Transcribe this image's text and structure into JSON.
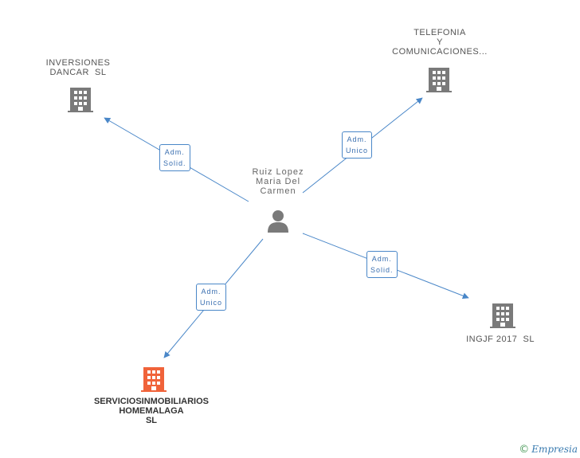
{
  "colors": {
    "edge": "#4a87c8",
    "building": "#7a7a7a",
    "building_main": "#f0633a",
    "person": "#7a7a7a",
    "brand": "#3a7bb0"
  },
  "nodes": {
    "person": {
      "label": "Ruiz Lopez\nMaria Del\nCarmen",
      "icon": "person-icon"
    },
    "inversiones": {
      "label": "INVERSIONES\nDANCAR  SL",
      "icon": "building-icon"
    },
    "telefonia": {
      "label": "TELEFONIA\nY\nCOMUNICACIONES...",
      "icon": "building-icon"
    },
    "ingjf": {
      "label": "INGJF 2017  SL",
      "icon": "building-icon"
    },
    "servicios": {
      "label": "SERVICIOSINMOBILIARIOS\nHOMEMALAGA\nSL",
      "icon": "building-icon"
    }
  },
  "edges": {
    "inversiones": {
      "label": "Adm.\nSolid."
    },
    "telefonia": {
      "label": "Adm.\nUnico"
    },
    "ingjf": {
      "label": "Adm.\nSolid."
    },
    "servicios": {
      "label": "Adm.\nUnico"
    }
  },
  "footer": {
    "copyright": "©",
    "brand": "Empresia"
  }
}
